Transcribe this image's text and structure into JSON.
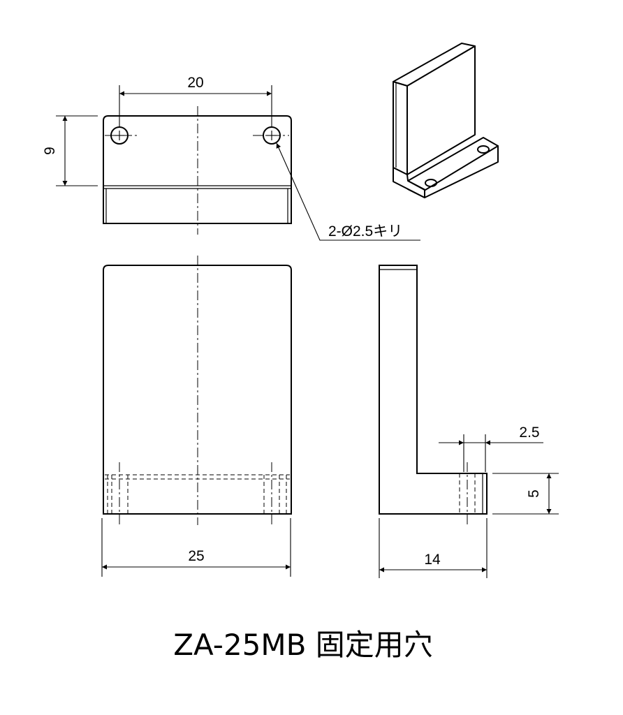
{
  "dimensions": {
    "hole_spacing": "20",
    "flange_depth": "9",
    "hole_callout": "2-Ø2.5キリ",
    "front_width": "25",
    "side_depth": "14",
    "wall_thickness": "2.5",
    "base_height": "5"
  },
  "title": "ZA-25MB 固定用穴"
}
